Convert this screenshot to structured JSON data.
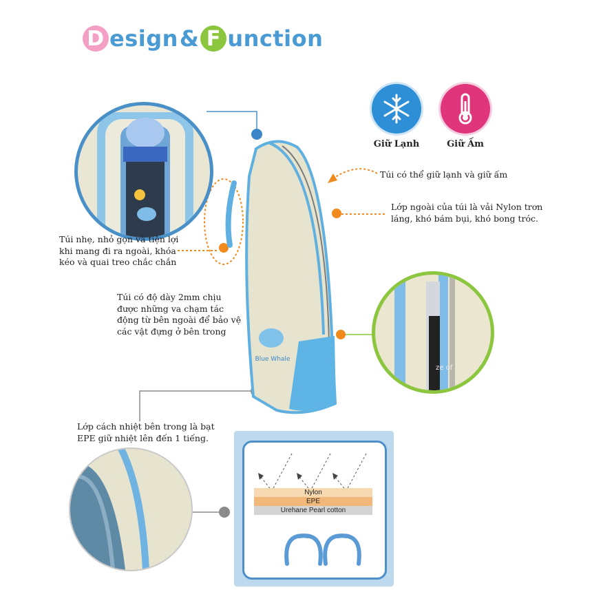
{
  "title": {
    "d": "D",
    "part1": "esign",
    "amp": "&",
    "f": "F",
    "part2": "unction"
  },
  "badges": {
    "cold": {
      "label": "Giữ Lạnh",
      "icon": "snowflake-icon",
      "color": "#2f8fd6"
    },
    "warm": {
      "label": "Giữ Ấm",
      "icon": "thermometer-icon",
      "color": "#e0357a"
    }
  },
  "captions": {
    "cold_warm": "Túi có thể giữ lạnh và giữ ấm",
    "outer_line1": "Lớp ngoài của túi là vải Nylon trơn",
    "outer_line2": "láng, khó bám bụi, khó bong tróc.",
    "light_line1": "Túi nhẹ, nhỏ gọn và tiện lợi",
    "light_line2": "khi mang đi ra ngoài, khóa",
    "light_line3": "kéo và quai treo chắc chắn",
    "thick_line1": "Túi có độ dày 2mm chịu",
    "thick_line2": "được những va chạm tác",
    "thick_line3": "động từ bên ngoài để bảo vệ",
    "thick_line4": "các vật đựng ở bên trong",
    "insul_line1": "Lớp cách nhiệt bên trong là bạt",
    "insul_line2": "EPE giữ nhiệt lên đến 1 tiếng."
  },
  "diagram": {
    "layers": [
      {
        "label": "Nylon",
        "color": "#f6d9b0"
      },
      {
        "label": "EPE",
        "color": "#f2b87a"
      },
      {
        "label": "Urehane Pearl cotton",
        "color": "#d4d4d4"
      }
    ]
  },
  "bag_label": "Blue Whale",
  "closeup_text": "ze of"
}
